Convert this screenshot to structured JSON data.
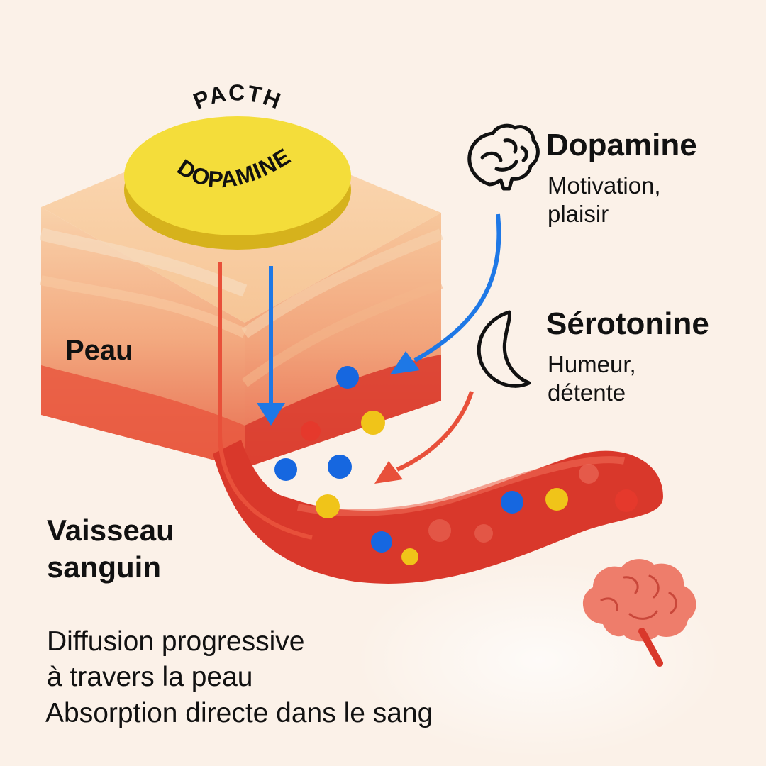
{
  "patch": {
    "arc_top": "PACTH",
    "arc_bottom": "DOPAMINE",
    "color": "#f4dd3a"
  },
  "labels": {
    "skin": "Peau",
    "vessel_line1": "Vaisseau",
    "vessel_line2": "sanguin"
  },
  "legend": {
    "dopamine": {
      "title": "Dopamine",
      "desc_line1": "Motivation,",
      "desc_line2": "plaisir",
      "icon": "brain-outline-icon",
      "color": "#1e78e6"
    },
    "serotonin": {
      "title": "Sérotonine",
      "desc_line1": "Humeur,",
      "desc_line2": "détente",
      "icon": "moon-icon",
      "color": "#e8503a"
    }
  },
  "captions": {
    "line1": "Diffusion progressive",
    "line2": "à travers la peau",
    "line3": "Absorption directe dans le sang"
  },
  "colors": {
    "background": "#fbf1e8",
    "vessel": "#d9382b",
    "molecule_blue": "#1667e0",
    "molecule_yellow": "#f0c419",
    "molecule_red": "#e5392c"
  }
}
